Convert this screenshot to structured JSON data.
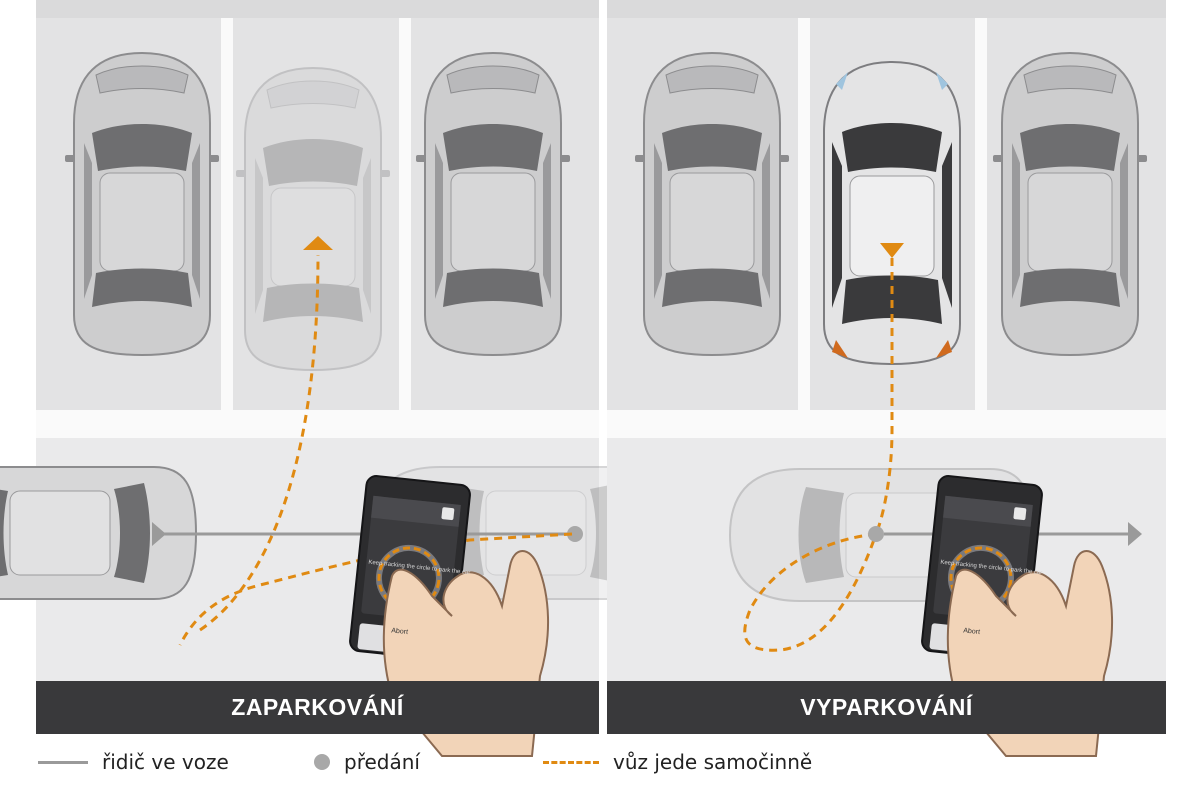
{
  "panels": {
    "left": {
      "caption": "ZAPARKOVÁNÍ",
      "phone": {
        "screen_text": "Keep tracking the circle to park the car",
        "button": "Abort"
      }
    },
    "right": {
      "caption": "VYPARKOVÁNÍ",
      "phone": {
        "screen_text": "Keep tracking the circle to park the car",
        "button": "Abort"
      }
    }
  },
  "legend": [
    {
      "icon": "solid-line",
      "label": "řidič ve voze"
    },
    {
      "icon": "dot",
      "label": "předání"
    },
    {
      "icon": "dashed-line",
      "label": "vůz jede samočinně"
    }
  ],
  "colors": {
    "path_orange": "#e08a12",
    "driver_line": "#9a9a9a",
    "handover_dot": "#a8a8a8",
    "caption_bar": "#39393b",
    "ground": "#e3e3e4"
  }
}
